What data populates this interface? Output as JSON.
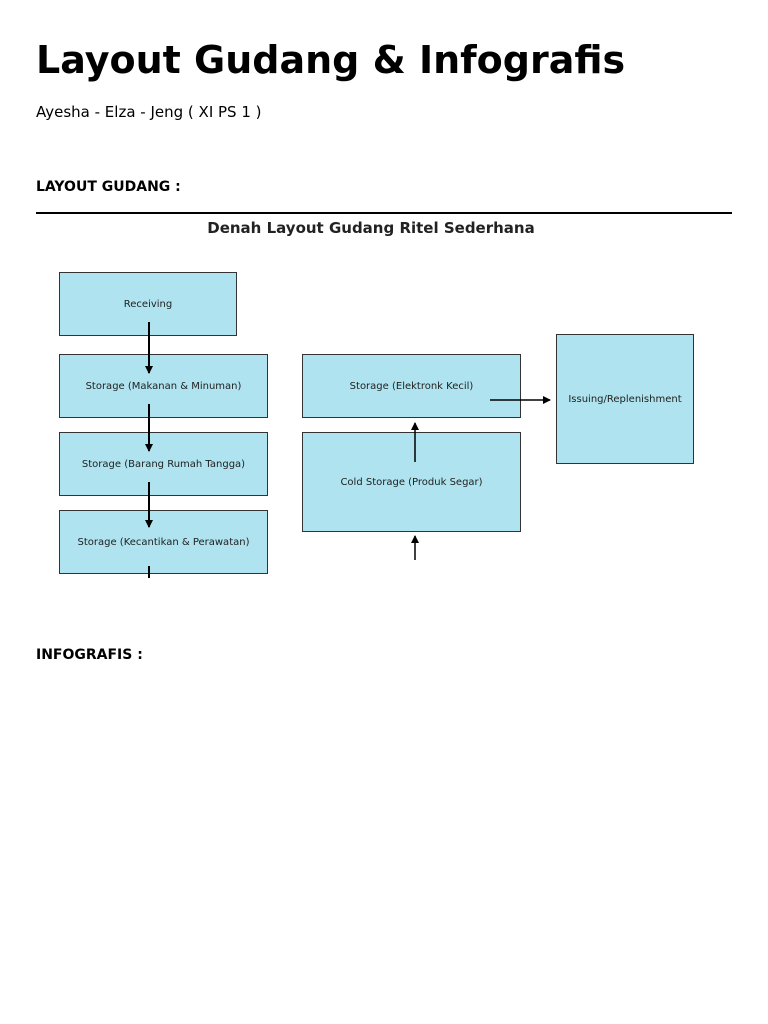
{
  "document": {
    "title": "Layout Gudang & Infografis",
    "authors": "Ayesha - Elza - Jeng ( XI PS 1 )",
    "sections": {
      "layout_heading": "LAYOUT GUDANG :",
      "infografis_heading": "INFOGRAFIS :"
    }
  },
  "diagram": {
    "title": "Denah Layout Gudang Ritel Sederhana",
    "box_fill": "#aee3ef",
    "boxes": {
      "receiving": "Receiving",
      "storage_makanan": "Storage (Makanan & Minuman)",
      "storage_barang": "Storage (Barang Rumah Tangga)",
      "storage_kecantikan": "Storage (Kecantikan & Perawatan)",
      "storage_elektronik": "Storage (Elektronk Kecil)",
      "cold_storage": "Cold Storage (Produk Segar)",
      "issuing": "Issuing/Replenishment"
    }
  }
}
